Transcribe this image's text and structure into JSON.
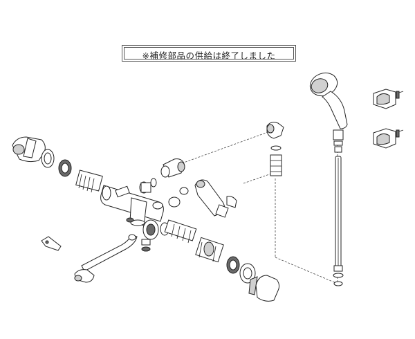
{
  "notice": {
    "text": "※補修部品の供給は終了しました"
  },
  "parts": [
    "shower-holder-upper",
    "shower-holder-lower",
    "shower-head",
    "shower-hose",
    "hose-elbow-adapter",
    "hose-connector",
    "left-handle",
    "left-handle-nut",
    "left-handle-ring",
    "left-cartridge",
    "mixer-body",
    "fixing-nut",
    "check-valve",
    "spout-pipe",
    "spout-tip",
    "shower-spout-arm",
    "right-cartridge",
    "right-thermostat-unit",
    "right-handle-ring",
    "right-handle",
    "wrench-tool",
    "drain-plug"
  ]
}
